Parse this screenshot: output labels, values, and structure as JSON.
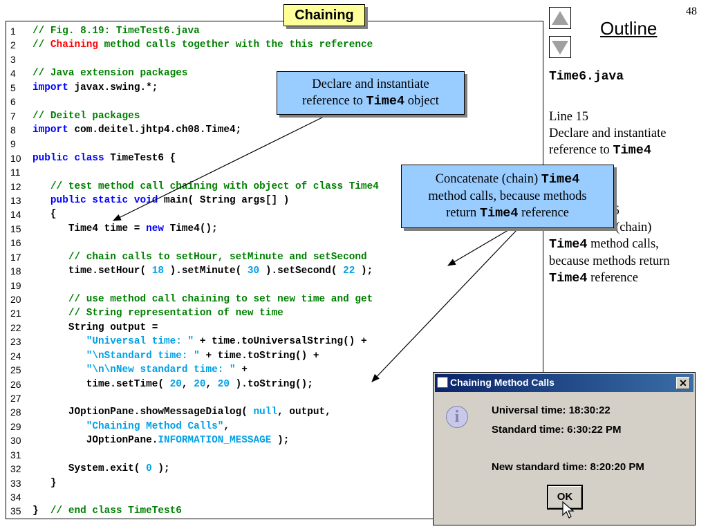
{
  "slide": {
    "title_tag": "Chaining",
    "page_number": "48",
    "outline_label": "Outline",
    "file_name": "Time6.java",
    "notes": [
      {
        "text": "Line 15"
      },
      {
        "text": "Declare and instantiate"
      },
      {
        "prefix": "reference to ",
        "mono": "Time4",
        "suffix": ""
      }
    ],
    "notes2": [
      {
        "text": "nd 26"
      },
      {
        "text": "Concatenate (chain)"
      },
      {
        "prefix": "",
        "mono": "Time4",
        "suffix": " method calls,"
      },
      {
        "text": "because methods return"
      },
      {
        "prefix": "",
        "mono": "Time4",
        "suffix": " reference"
      }
    ]
  },
  "callouts": {
    "declare": {
      "line1": "Declare and instantiate",
      "line2_prefix": "reference to ",
      "line2_mono": "Time4",
      "line2_suffix": " object"
    },
    "chain": {
      "line1_prefix": "Concatenate (chain) ",
      "line1_mono": "Time4",
      "line2": "method calls, because methods",
      "line3_prefix": "return ",
      "line3_mono": "Time4",
      "line3_suffix": " reference"
    }
  },
  "code": {
    "lines": [
      {
        "n": "1",
        "tokens": [
          [
            "comment",
            "// Fig. 8.19: TimeTest6.java"
          ]
        ]
      },
      {
        "n": "2",
        "tokens": [
          [
            "comment",
            "// "
          ],
          [
            "red",
            "Chaining"
          ],
          [
            "comment",
            " method calls together with the this reference"
          ]
        ]
      },
      {
        "n": "3",
        "tokens": []
      },
      {
        "n": "4",
        "tokens": [
          [
            "comment",
            "// Java extension packages"
          ]
        ]
      },
      {
        "n": "5",
        "tokens": [
          [
            "keyword",
            "import"
          ],
          [
            "plain",
            " javax.swing.*;"
          ]
        ]
      },
      {
        "n": "6",
        "tokens": []
      },
      {
        "n": "7",
        "tokens": [
          [
            "comment",
            "// Deitel packages"
          ]
        ]
      },
      {
        "n": "8",
        "tokens": [
          [
            "keyword",
            "import"
          ],
          [
            "plain",
            " com.deitel.jhtp4.ch08.Time4;"
          ]
        ]
      },
      {
        "n": "9",
        "tokens": []
      },
      {
        "n": "10",
        "tokens": [
          [
            "keyword",
            "public class"
          ],
          [
            "plain",
            " TimeTest6 {"
          ]
        ]
      },
      {
        "n": "11",
        "tokens": []
      },
      {
        "n": "12",
        "tokens": [
          [
            "plain",
            "   "
          ],
          [
            "comment",
            "// test method call chaining with object of class Time4"
          ]
        ]
      },
      {
        "n": "13",
        "tokens": [
          [
            "plain",
            "   "
          ],
          [
            "keyword",
            "public static void"
          ],
          [
            "plain",
            " main( String args[] )"
          ]
        ]
      },
      {
        "n": "14",
        "tokens": [
          [
            "plain",
            "   {"
          ]
        ]
      },
      {
        "n": "15",
        "tokens": [
          [
            "plain",
            "      Time4 time = "
          ],
          [
            "keyword",
            "new"
          ],
          [
            "plain",
            " Time4();"
          ]
        ]
      },
      {
        "n": "16",
        "tokens": []
      },
      {
        "n": "17",
        "tokens": [
          [
            "plain",
            "      "
          ],
          [
            "comment",
            "// chain calls to setHour, setMinute and setSecond"
          ]
        ]
      },
      {
        "n": "18",
        "tokens": [
          [
            "plain",
            "      time.setHour( "
          ],
          [
            "literal",
            "18"
          ],
          [
            "plain",
            " ).setMinute( "
          ],
          [
            "literal",
            "30"
          ],
          [
            "plain",
            " ).setSecond( "
          ],
          [
            "literal",
            "22"
          ],
          [
            "plain",
            " );"
          ]
        ]
      },
      {
        "n": "19",
        "tokens": []
      },
      {
        "n": "20",
        "tokens": [
          [
            "plain",
            "      "
          ],
          [
            "comment",
            "// use method call chaining to set new time and get"
          ]
        ]
      },
      {
        "n": "21",
        "tokens": [
          [
            "plain",
            "      "
          ],
          [
            "comment",
            "// String representation of new time"
          ]
        ]
      },
      {
        "n": "22",
        "tokens": [
          [
            "plain",
            "      String output ="
          ]
        ]
      },
      {
        "n": "23",
        "tokens": [
          [
            "plain",
            "         "
          ],
          [
            "literal",
            "\"Universal time: \""
          ],
          [
            "plain",
            " + time.toUniversalString() +"
          ]
        ]
      },
      {
        "n": "24",
        "tokens": [
          [
            "plain",
            "         "
          ],
          [
            "literal",
            "\"\\nStandard time: \""
          ],
          [
            "plain",
            " + time.toString() +"
          ]
        ]
      },
      {
        "n": "25",
        "tokens": [
          [
            "plain",
            "         "
          ],
          [
            "literal",
            "\"\\n\\nNew standard time: \""
          ],
          [
            "plain",
            " +"
          ]
        ]
      },
      {
        "n": "26",
        "tokens": [
          [
            "plain",
            "         time.setTime( "
          ],
          [
            "literal",
            "20"
          ],
          [
            "plain",
            ", "
          ],
          [
            "literal",
            "20"
          ],
          [
            "plain",
            ", "
          ],
          [
            "literal",
            "20"
          ],
          [
            "plain",
            " ).toString();"
          ]
        ]
      },
      {
        "n": "27",
        "tokens": []
      },
      {
        "n": "28",
        "tokens": [
          [
            "plain",
            "      JOptionPane.showMessageDialog( "
          ],
          [
            "literal",
            "null"
          ],
          [
            "plain",
            ", output,"
          ]
        ]
      },
      {
        "n": "29",
        "tokens": [
          [
            "plain",
            "         "
          ],
          [
            "literal",
            "\"Chaining Method Calls\""
          ],
          [
            "plain",
            ","
          ]
        ]
      },
      {
        "n": "30",
        "tokens": [
          [
            "plain",
            "         JOptionPane."
          ],
          [
            "literal",
            "INFORMATION_MESSAGE"
          ],
          [
            "plain",
            " );"
          ]
        ]
      },
      {
        "n": "31",
        "tokens": []
      },
      {
        "n": "32",
        "tokens": [
          [
            "plain",
            "      System.exit( "
          ],
          [
            "literal",
            "0"
          ],
          [
            "plain",
            " );"
          ]
        ]
      },
      {
        "n": "33",
        "tokens": [
          [
            "plain",
            "   }"
          ]
        ]
      },
      {
        "n": "34",
        "tokens": []
      },
      {
        "n": "35",
        "tokens": [
          [
            "plain",
            "}  "
          ],
          [
            "comment",
            "// end class TimeTest6"
          ]
        ]
      }
    ]
  },
  "dialog": {
    "title": "Chaining Method Calls",
    "close_glyph": "✕",
    "info_glyph": "i",
    "lines": [
      "Universal time: 18:30:22",
      "Standard time: 6:30:22 PM",
      "",
      "New standard time: 8:20:20 PM"
    ],
    "ok_label": "OK"
  },
  "colors": {
    "comment": "#008000",
    "keyword": "#0000ff",
    "literal": "#00a0e6",
    "highlight": "#ff0000",
    "callout": "#99ccff",
    "title_tag": "#ffff99"
  },
  "icons": {
    "prev": "triangle-up-icon",
    "next": "triangle-down-icon",
    "dialog_info": "info-icon",
    "dialog_app": "java-cup-icon",
    "cursor": "mouse-pointer-icon"
  }
}
